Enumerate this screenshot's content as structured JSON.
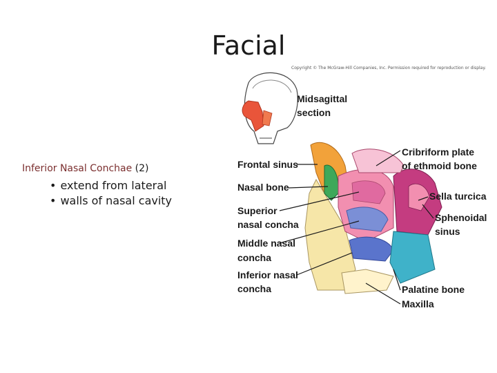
{
  "slide": {
    "title": "Facial",
    "subheading": {
      "part1": "Inferior Nasal Conchae",
      "part2": " (2)"
    },
    "bullets": [
      "extend from lateral",
      "walls of nasal cavity"
    ],
    "bullet_char": "•",
    "accent_color": "#7b2f2f"
  },
  "figure": {
    "copyright": "Copyright © The McGraw-Hill Companies, Inc. Permission required for reproduction or display.",
    "inset_label": [
      "Midsagittal",
      "section"
    ],
    "labels": {
      "frontal_sinus": "Frontal sinus",
      "nasal_bone": "Nasal bone",
      "superior_nasal_concha": [
        "Superior",
        "nasal concha"
      ],
      "middle_nasal_concha": [
        "Middle nasal",
        "concha"
      ],
      "inferior_nasal_concha": [
        "Inferior nasal",
        "concha"
      ],
      "cribriform_plate": [
        "Cribriform plate",
        "of ethmoid bone"
      ],
      "sella_turcica": "Sella turcica",
      "sphenoidal_sinus": [
        "Sphenoidal",
        "sinus"
      ],
      "palatine_bone": "Palatine bone",
      "maxilla": "Maxilla"
    },
    "colors": {
      "frontal": "#f2a23a",
      "ethmoid": "#f28fb0",
      "sphenoid": "#c43c80",
      "palatine": "#3fb2c9",
      "maxilla": "#f6e6a8",
      "concha": "#7b8fd6",
      "nasal": "#3ea85a",
      "inset": "#e9553a"
    }
  }
}
